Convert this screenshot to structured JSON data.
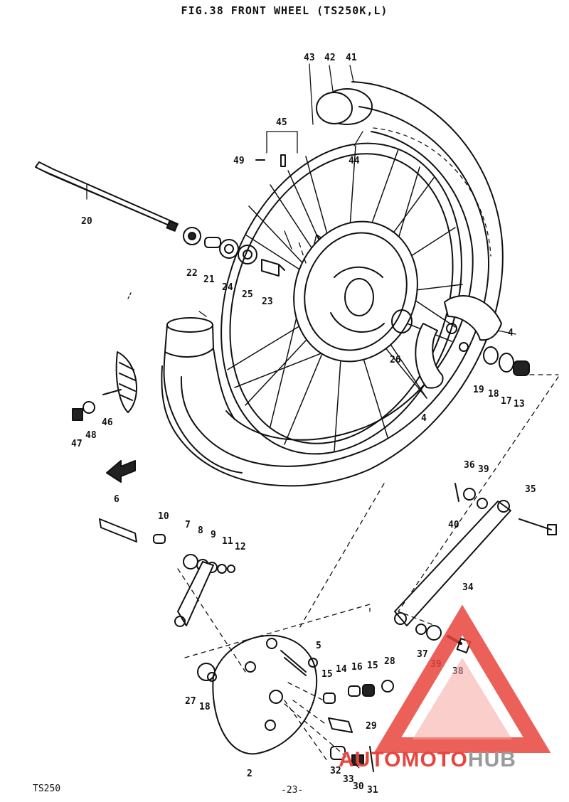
{
  "title": "FIG.38 FRONT WHEEL (TS250K,L)",
  "footer": {
    "model_code": "TS250",
    "page_number": "-23-"
  },
  "watermark": {
    "brand_a": "AUTO",
    "brand_b": "MOTO",
    "brand_c": "HUB",
    "color_red": "#e8453c",
    "color_grey": "#9a9a9a",
    "color_fill": "#f4a6a0"
  },
  "callouts": {
    "c41": "41",
    "c42": "42",
    "c43": "43",
    "c44": "44",
    "c45": "45",
    "c49": "49",
    "c20": "20",
    "c22": "22",
    "c21": "21",
    "c24": "24",
    "c25": "25",
    "c23": "23",
    "c26": "26",
    "c4a": "4",
    "c4b": "4",
    "c19": "19",
    "c18a": "18",
    "c17": "17",
    "c13": "13",
    "c46": "46",
    "c47": "47",
    "c48": "48",
    "c36": "36",
    "c39a": "39",
    "c35": "35",
    "c40": "40",
    "c34": "34",
    "c6": "6",
    "c10": "10",
    "c7": "7",
    "c8": "8",
    "c9": "9",
    "c11": "11",
    "c12": "12",
    "c5": "5",
    "c15a": "15",
    "c14": "14",
    "c16": "16",
    "c15b": "15",
    "c28": "28",
    "c27": "27",
    "c18b": "18",
    "c29": "29",
    "c2": "2",
    "c37": "37",
    "c39b": "39",
    "c38": "38",
    "c32": "32",
    "c33": "33",
    "c30": "30",
    "c31": "31"
  }
}
